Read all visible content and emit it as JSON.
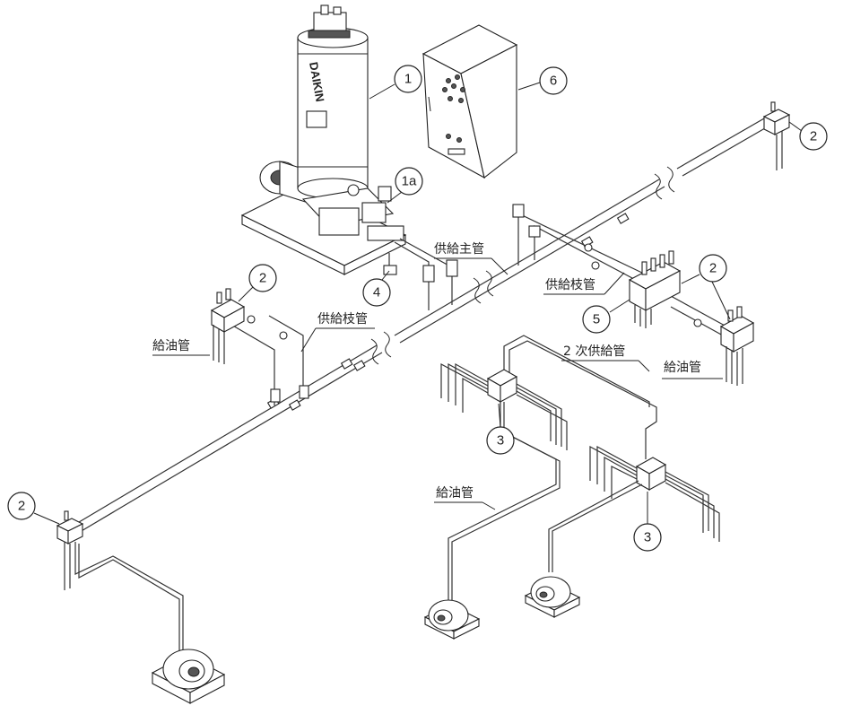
{
  "brand": "DAIKIN",
  "callouts": {
    "n1": "1",
    "n1a": "1a",
    "n2": "2",
    "n3": "3",
    "n4": "4",
    "n5": "5",
    "n6": "6"
  },
  "labels": {
    "supply_main_pipe": "供給主管",
    "supply_branch_pipe": "供給枝管",
    "secondary_supply_pipe": "2 次供給管",
    "oil_feed_pipe": "給油管"
  }
}
